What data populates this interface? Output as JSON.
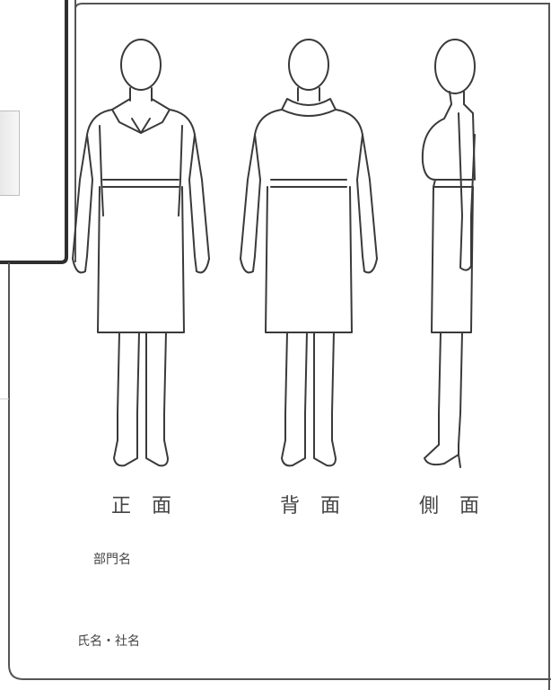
{
  "views": {
    "front": "正 面",
    "back": "背 面",
    "side": "側 面"
  },
  "form": {
    "department_label": "部門名",
    "name_label": "氏名・社名"
  },
  "colors": {
    "line": "#3a3a3a",
    "border": "#2e2e2e"
  }
}
